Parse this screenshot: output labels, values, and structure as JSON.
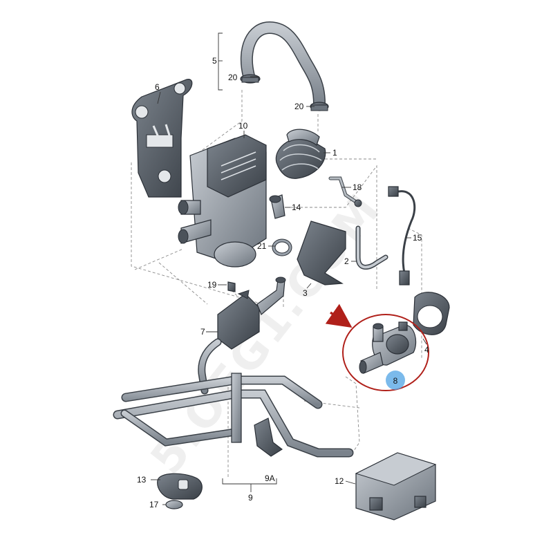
{
  "watermark": "5.OEG1.COM",
  "colors": {
    "part_fill": "#9aa2ab",
    "part_dark": "#4b525a",
    "part_light": "#d8dde2",
    "highlight_ring": "#b0201a",
    "badge": "#5aa9e6"
  },
  "highlight": {
    "badge_text": "8",
    "arrow_icon": "arrow-right-down"
  },
  "labels": {
    "p1": "1",
    "p2": "2",
    "p3": "3",
    "p4": "4",
    "p5": "5",
    "p6": "6",
    "p7": "7",
    "p9": "9",
    "p9a": "9A",
    "p10": "10",
    "p12": "12",
    "p13": "13",
    "p14": "14",
    "p15": "15",
    "p17": "17",
    "p18": "18",
    "p19": "19",
    "p20a": "20",
    "p20b": "20",
    "p21": "21"
  }
}
